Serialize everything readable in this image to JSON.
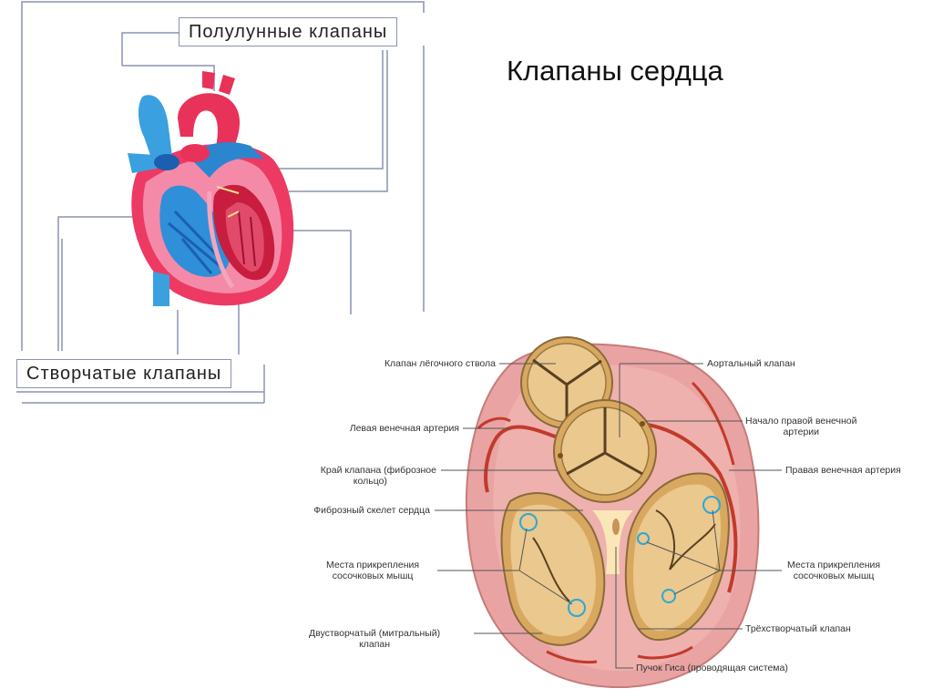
{
  "slide": {
    "title": "Клапаны сердца"
  },
  "top_figure": {
    "semilunar_label": "Полулунные клапаны",
    "atrioventricular_label": "Створчатые клапаны"
  },
  "section_figure": {
    "labels_left": {
      "pulmonary_valve": "Клапан лёгочного ствола",
      "left_coronary": "Левая венечная артерия",
      "valve_edge_line1": "Край клапана (фиброзное",
      "valve_edge_line2": "кольцо)",
      "fibrous_skeleton": "Фиброзный скелет сердца",
      "papillary_left_line1": "Места прикрепления",
      "papillary_left_line2": "сосочковых мышц",
      "mitral_line1": "Двустворчатый (митральный)",
      "mitral_line2": "клапан"
    },
    "labels_right": {
      "aortic_valve": "Аортальный клапан",
      "right_coronary_origin_line1": "Начало правой венечной",
      "right_coronary_origin_line2": "артерии",
      "right_coronary": "Правая венечная артерия",
      "papillary_right_line1": "Места прикрепления",
      "papillary_right_line2": "сосочковых мышц",
      "tricuspid": "Трёхстворчатый клапан",
      "his_bundle": "Пучок Гиса (проводящая система)"
    }
  },
  "colors": {
    "frame_line": "#8a93ad",
    "heart_red": "#e8325a",
    "heart_pink": "#f27aa0",
    "vessel_blue": "#3aa0e0",
    "myocardium": "#e9a0a0",
    "valve_tan": "#e9c48a",
    "ring_cyan": "#2aa8d8"
  }
}
